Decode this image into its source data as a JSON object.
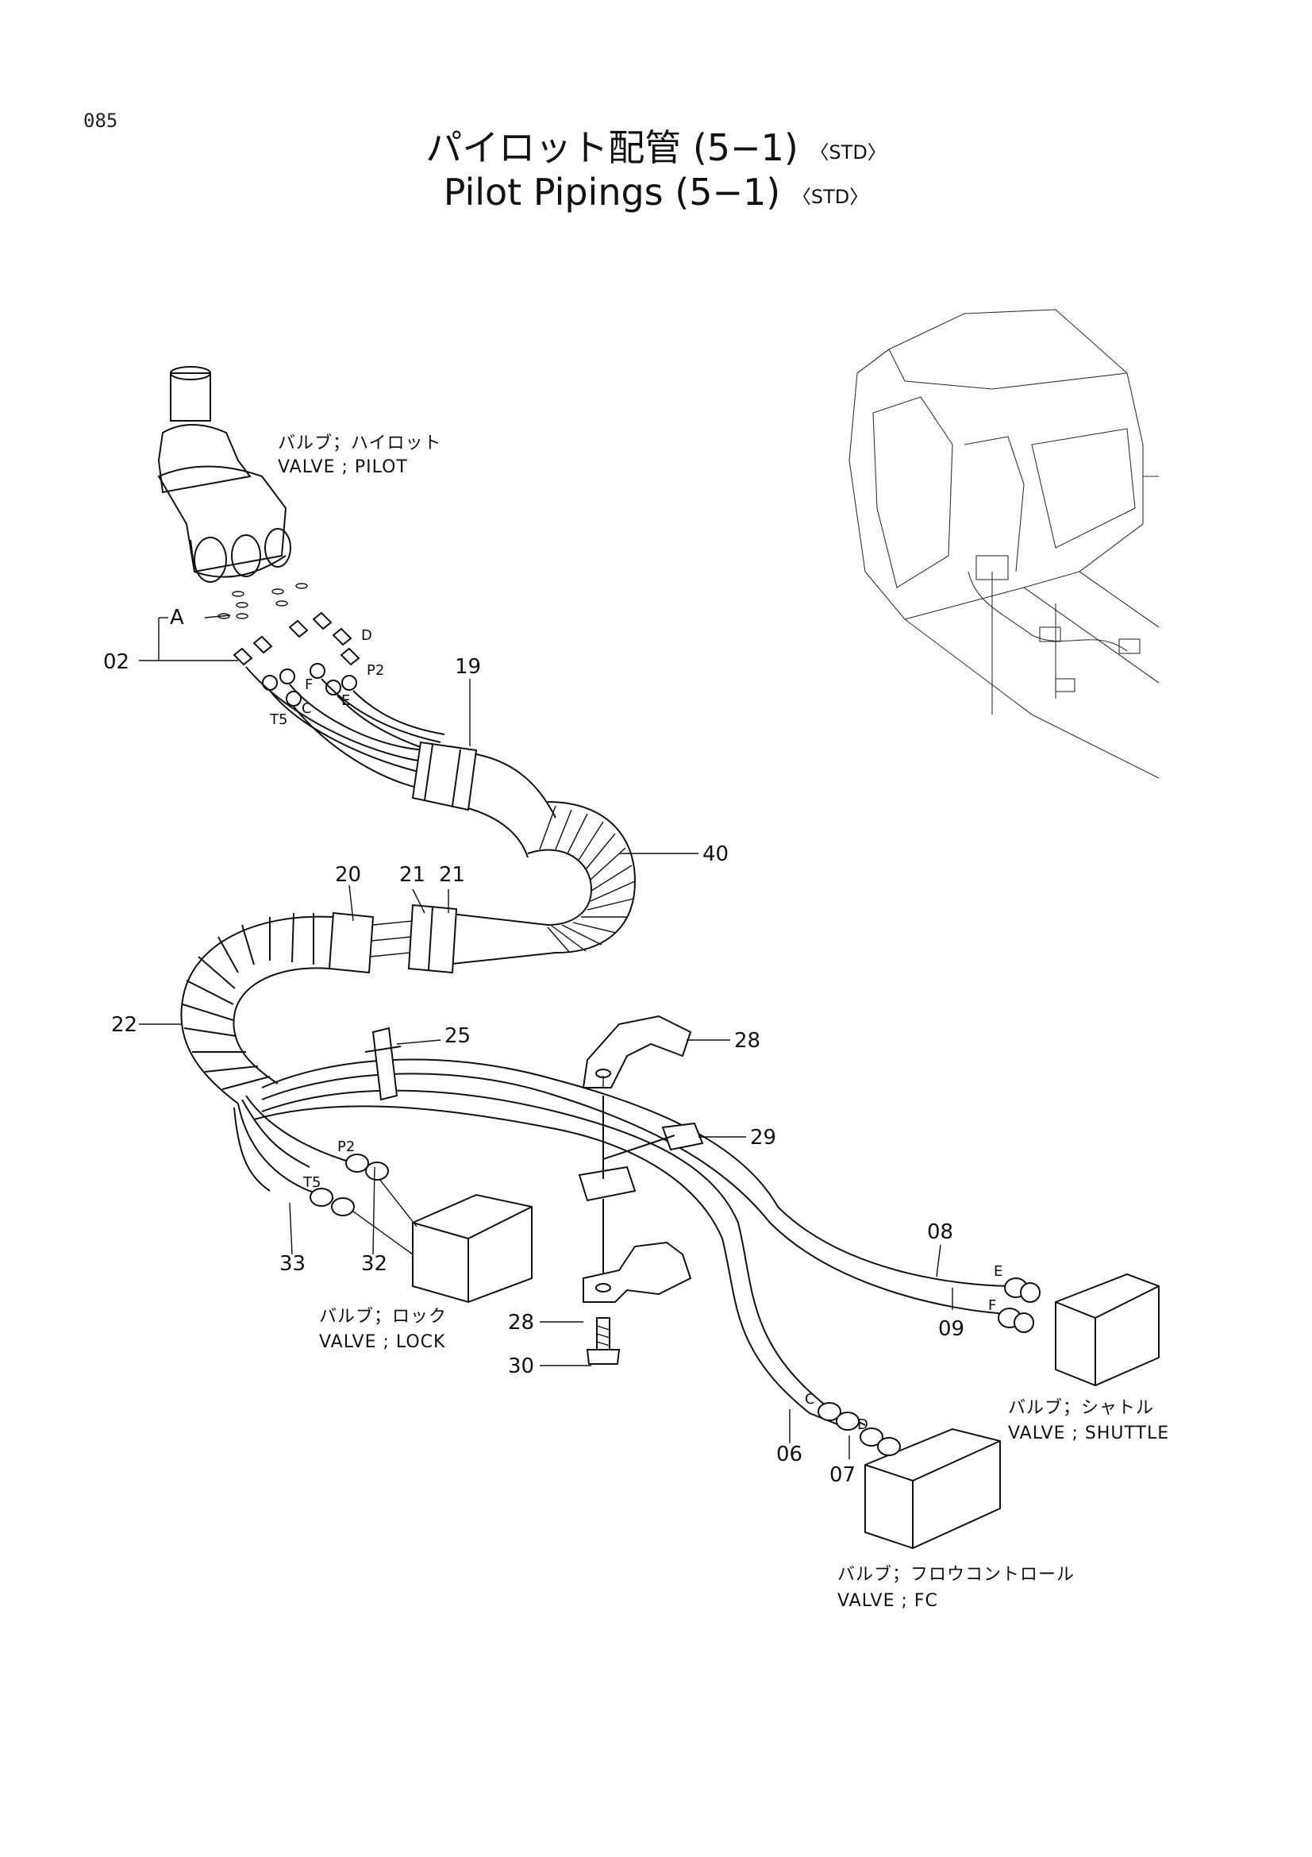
{
  "page_number": "085",
  "title_jp": "パイロット配管 (5−1)",
  "title_en": "Pilot Pipings (5−1)",
  "title_suffix": "〈STD〉",
  "valves": {
    "pilot_jp": "バルブ；ハイロット",
    "pilot_en": "VALVE ; PILOT",
    "lock_jp": "バルブ；ロック",
    "lock_en": "VALVE ; LOCK",
    "shuttle_jp": "バルブ；シャトル",
    "shuttle_en": "VALVE ; SHUTTLE",
    "fc_jp": "バルブ；フロウコントロール",
    "fc_en": "VALVE ; FC"
  },
  "part_numbers": {
    "p02": "02",
    "p06": "06",
    "p07": "07",
    "p08": "08",
    "p09": "09",
    "p19": "19",
    "p20": "20",
    "p21a": "21",
    "p21b": "21",
    "p22": "22",
    "p25": "25",
    "p28a": "28",
    "p28b": "28",
    "p29": "29",
    "p30": "30",
    "p32": "32",
    "p33": "33",
    "p40": "40"
  },
  "port_labels": {
    "a": "A",
    "d": "D",
    "p2_top": "P2",
    "f_top": "F",
    "e_top": "E",
    "c_top": "C",
    "t5_top": "T5",
    "p2_low": "P2",
    "t5_low": "T5",
    "e_right": "E",
    "f_right": "F",
    "c_bottom": "C",
    "d_bottom": "D"
  }
}
